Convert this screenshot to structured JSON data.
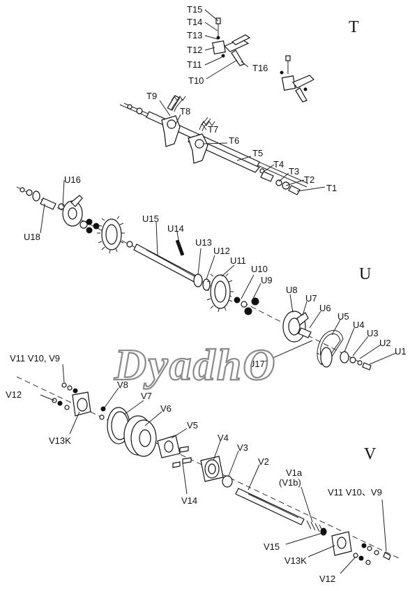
{
  "watermark": "DyadhO",
  "sections": {
    "t": "T",
    "u": "U",
    "v": "V"
  },
  "labels_t": {
    "T1": "T1",
    "T2": "T2",
    "T3": "T3",
    "T4": "T4",
    "T5": "T5",
    "T6": "T6",
    "T7": "T7",
    "T8": "T8",
    "T9": "T9",
    "T10": "T10",
    "T11": "T11",
    "T12": "T12",
    "T13": "T13",
    "T14": "T14",
    "T15": "T15",
    "T16": "T16"
  },
  "labels_u": {
    "U1": "U1",
    "U2": "U2",
    "U3": "U3",
    "U4": "U4",
    "U5": "U5",
    "U6": "U6",
    "U7": "U7",
    "U8": "U8",
    "U9": "U9",
    "U10": "U10",
    "U11": "U11",
    "U12": "U12",
    "U13": "U13",
    "U14": "U14",
    "U15": "U15",
    "U16": "U16",
    "U17": "U17",
    "U18": "U18"
  },
  "labels_v": {
    "V1a": "V1a",
    "V1b": "(V1b)",
    "V2": "V2",
    "V3": "V3",
    "V4": "V4",
    "V5": "V5",
    "V6": "V6",
    "V7": "V7",
    "V8": "V8",
    "V9_V11_right": "V11 V10、V9",
    "V9_V11_left": "V11 V10, V9",
    "V12_left": "V12",
    "V12_right": "V12",
    "V13K_left": "V13K",
    "V13K_right": "V13K",
    "V14": "V14",
    "V15": "V15"
  }
}
